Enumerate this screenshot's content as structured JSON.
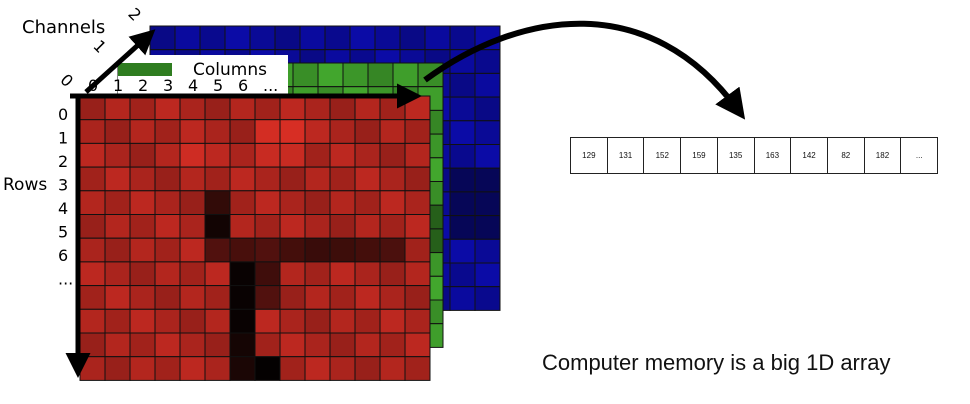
{
  "labels": {
    "channels": "Channels",
    "columns": "Columns",
    "rows": "Rows",
    "channel_ticks": [
      "0",
      "1",
      "2"
    ],
    "column_ticks": [
      "0",
      "1",
      "2",
      "3",
      "4",
      "5",
      "6",
      "..."
    ],
    "row_ticks": [
      "0",
      "1",
      "2",
      "3",
      "4",
      "5",
      "6",
      "..."
    ]
  },
  "memory": {
    "values": [
      "129",
      "131",
      "152",
      "159",
      "135",
      "163",
      "142",
      "82",
      "182",
      "..."
    ],
    "caption": "Computer memory is a big 1D array"
  },
  "colors": {
    "blue_channel": "#0a0a9e",
    "green_channel": "#3f9e2b",
    "red_channel": "#b3261e"
  }
}
